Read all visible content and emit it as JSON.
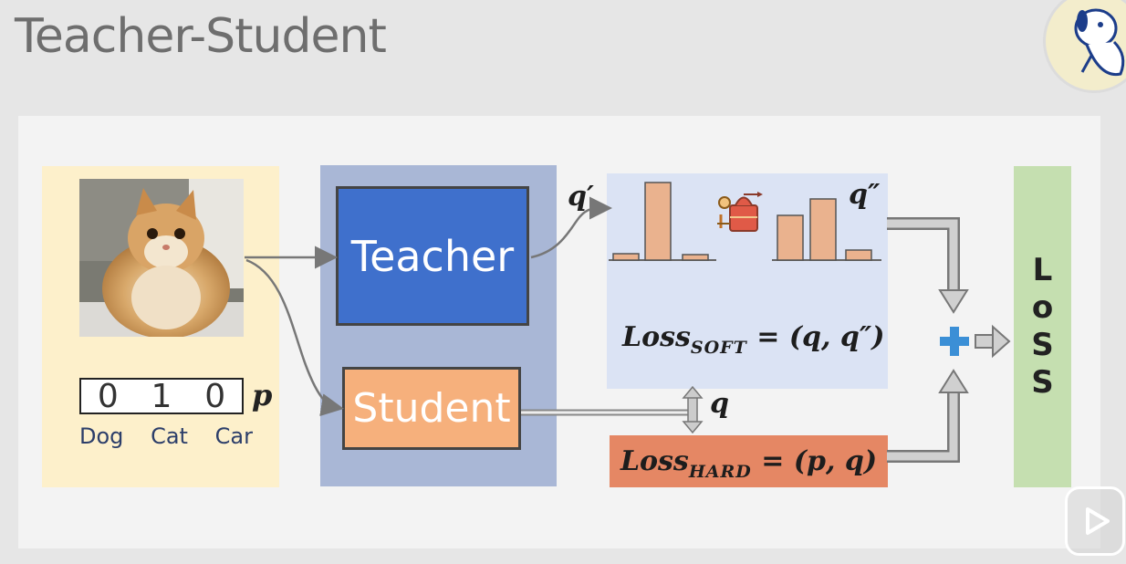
{
  "title": "Teacher-Student",
  "input": {
    "label_vector": [
      "0",
      "1",
      "0"
    ],
    "label_symbol": "p",
    "classes": [
      "Dog",
      "Cat",
      "Car"
    ]
  },
  "models": {
    "teacher": "Teacher",
    "student": "Student"
  },
  "outputs": {
    "teacher_output": "q′",
    "softened_output": "q″",
    "student_output": "q"
  },
  "losses": {
    "soft": {
      "name": "Loss",
      "subscript": "SOFT",
      "expr": "= (q, q″)"
    },
    "hard": {
      "name": "Loss",
      "subscript": "HARD",
      "expr": "= (p, q)"
    },
    "total": [
      "L",
      "o",
      "S",
      "S"
    ]
  },
  "colors": {
    "teacher": "#3f70cc",
    "student": "#f6b07c",
    "loss_hard_bg": "#e58764",
    "loss_soft_bg": "#dbe3f4",
    "total_loss_bg": "#c5dfb0",
    "input_bg": "#fdf0cb",
    "model_bg": "#a9b7d6",
    "plus": "#3b8fd6"
  },
  "icons": [
    "cat-photo",
    "distillation-still-icon",
    "plus-icon",
    "arrow-right-icon",
    "avatar",
    "play-icon"
  ]
}
